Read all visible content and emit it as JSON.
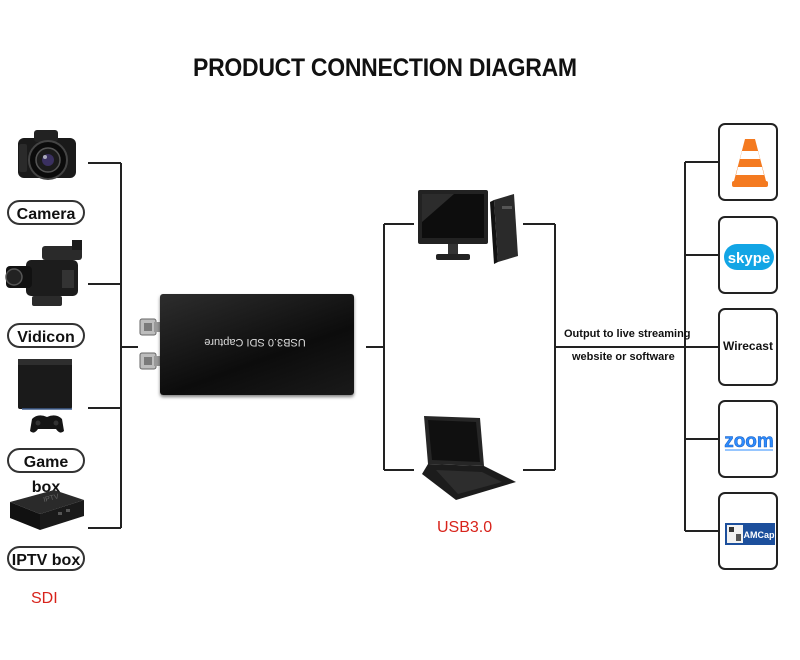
{
  "title": "PRODUCT CONNECTION DIAGRAM",
  "sources": [
    {
      "label": "Camera",
      "icon": "camera-icon"
    },
    {
      "label": "Vidicon",
      "icon": "video-camera-icon"
    },
    {
      "label": "Game box",
      "icon": "game-console-icon"
    },
    {
      "label": "IPTV box",
      "icon": "iptv-box-icon"
    }
  ],
  "sdi_label": "SDI",
  "device_label": "USB3.0 SDI Capture",
  "usb_label": "USB3.0",
  "output_note_line1": "Output to live streaming",
  "output_note_line2": "website or software",
  "outputs": [
    {
      "name": "VLC",
      "icon": "vlc-icon"
    },
    {
      "name": "skype",
      "icon": "skype-icon"
    },
    {
      "name": "Wirecast",
      "icon": "wirecast-icon"
    },
    {
      "name": "zoom",
      "icon": "zoom-icon"
    },
    {
      "name": "AMCap",
      "icon": "amcap-icon"
    }
  ],
  "colors": {
    "accent_red": "#d8231b",
    "line": "#222222",
    "skype_blue": "#12a5e5",
    "zoom_blue": "#2d8cff",
    "vlc_orange": "#f47a20"
  }
}
